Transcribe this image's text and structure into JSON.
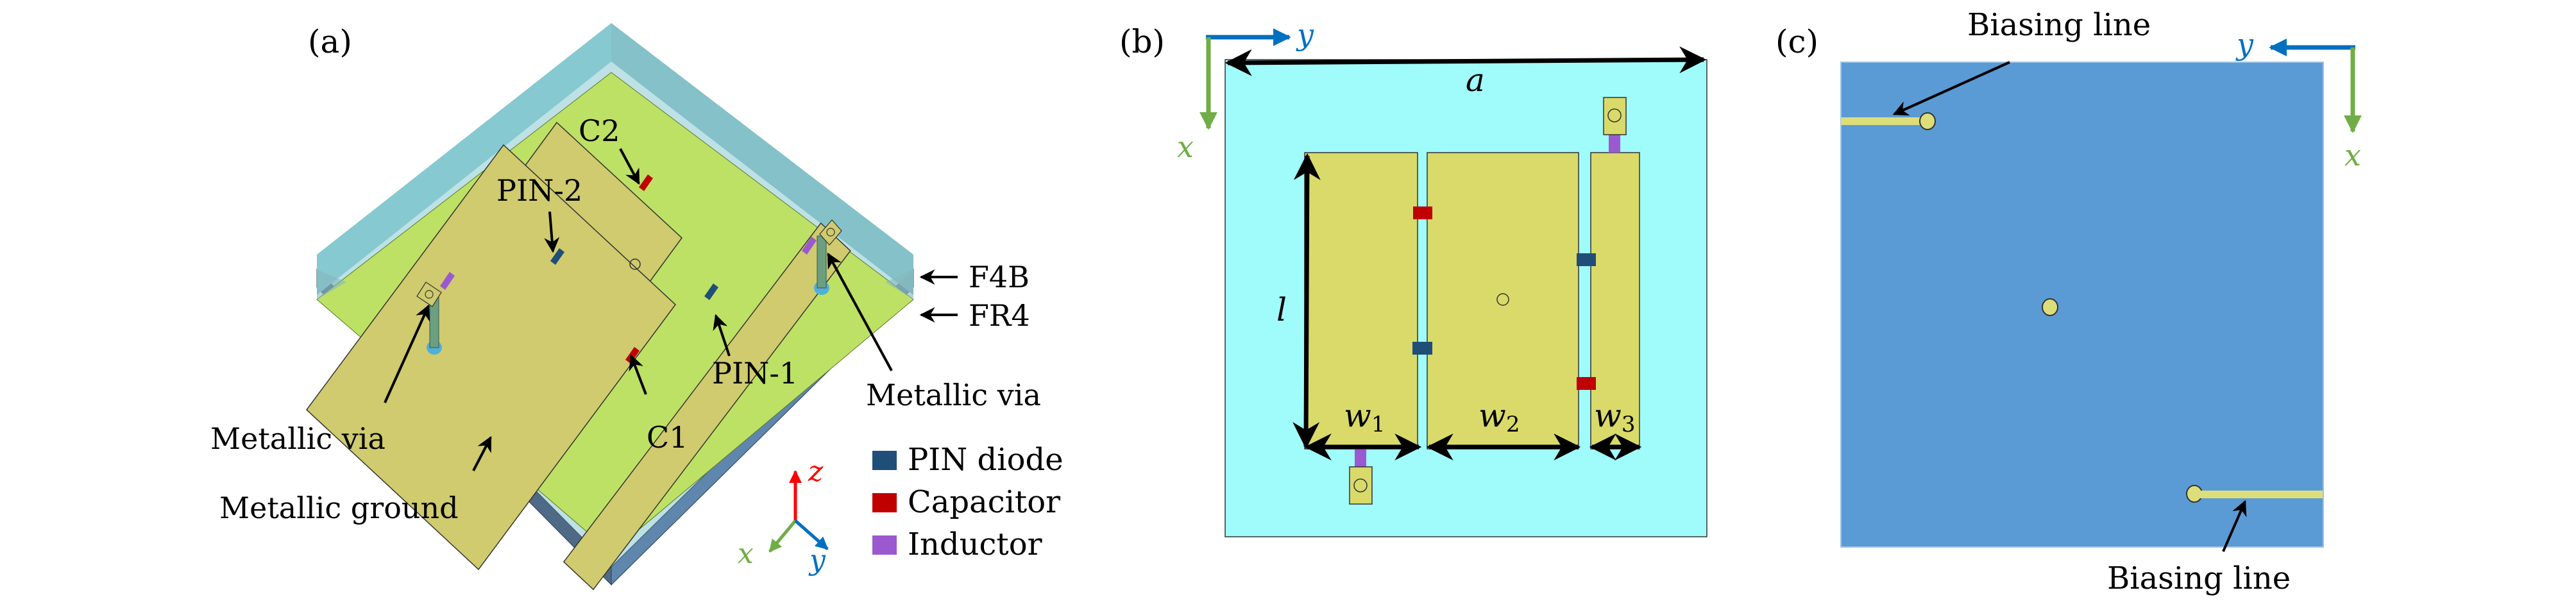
{
  "panels": {
    "a": {
      "label": "(a)",
      "annotations": {
        "c2": "C2",
        "pin2": "PIN-2",
        "pin1": "PIN-1",
        "c1": "C1",
        "via_left": "Metallic via",
        "via_right": "Metallic via",
        "ground": "Metallic ground",
        "f4b": "F4B",
        "fr4": "FR4"
      },
      "axes": {
        "x": "x",
        "y": "y",
        "z": "z"
      },
      "legend": [
        {
          "label": "PIN diode",
          "color": "#1f4e79"
        },
        {
          "label": "Capacitor",
          "color": "#c00000"
        },
        {
          "label": "Inductor",
          "color": "#9b59d0"
        }
      ]
    },
    "b": {
      "label": "(b)",
      "axes": {
        "x": "x",
        "y": "y"
      },
      "dimensions": {
        "a": "a",
        "l": "l",
        "w1": "w",
        "w1_sub": "1",
        "w2": "w",
        "w2_sub": "2",
        "w3": "w",
        "w3_sub": "3"
      }
    },
    "c": {
      "label": "(c)",
      "axes": {
        "x": "x",
        "y": "y"
      },
      "annotations": {
        "bias_top": "Biasing line",
        "bias_bottom": "Biasing line"
      }
    }
  },
  "colors": {
    "f4b": "#86c9d0",
    "f4b_side": "#82b9c0",
    "fr4_top": "#bde165",
    "fr4_side": "#5f86ad",
    "patch": "#cfcb6e",
    "substrate_top_view": "#a0fbfb",
    "patch_top_view": "#d9da6a",
    "ground_view": "#5b9bd5",
    "bias_line": "#dcde7a",
    "axis_x": "#70ad47",
    "axis_y": "#0070c0",
    "axis_z": "#ff0000",
    "pin": "#1f4e79",
    "cap": "#c00000",
    "ind": "#9b59d0"
  }
}
